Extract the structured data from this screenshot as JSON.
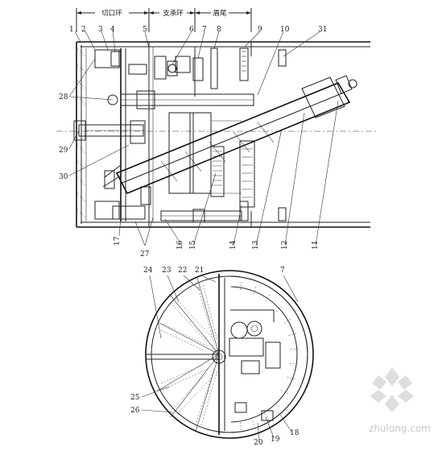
{
  "sections": {
    "cutting_ring": "切口环",
    "support_ring": "支承环",
    "tail": "盾尾"
  },
  "callouts": {
    "top": [
      "1",
      "2",
      "3",
      "4",
      "5",
      "6",
      "7",
      "8",
      "9",
      "10",
      "31"
    ],
    "left": [
      "28",
      "29",
      "30"
    ],
    "bottom": [
      "17",
      "27",
      "16",
      "15",
      "14",
      "13",
      "12",
      "11"
    ],
    "section_top": [
      "24",
      "23",
      "22",
      "21",
      "7"
    ],
    "section_other": [
      "25",
      "26",
      "20",
      "19",
      "18"
    ]
  },
  "watermark": "zhulong.com"
}
